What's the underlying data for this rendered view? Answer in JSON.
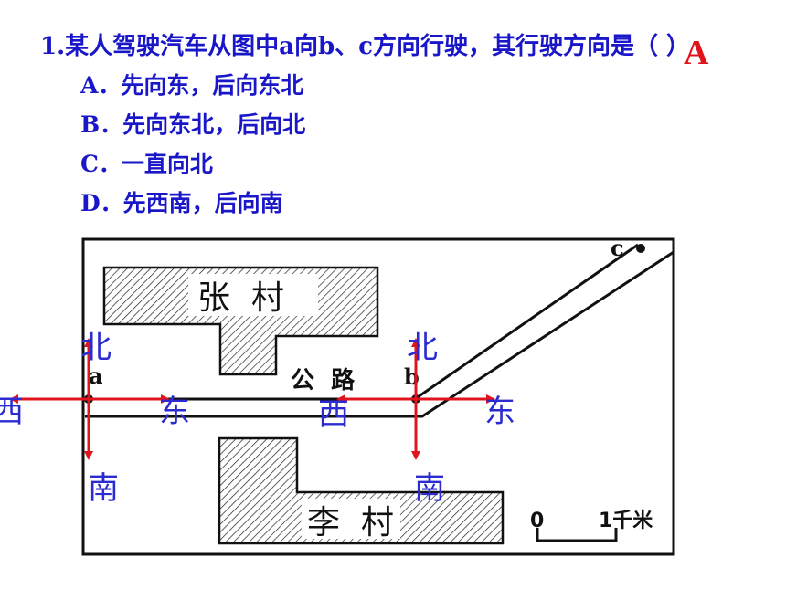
{
  "question": {
    "text": "1.某人驾驶汽车从图中a向b、c方向行驶，其行驶方向是（     ）",
    "answer": "A"
  },
  "options": [
    {
      "label": "A．先向东，后向东北"
    },
    {
      "label": "B．先向东北，后向北"
    },
    {
      "label": "C．一直向北"
    },
    {
      "label": "D．先西南，后向南"
    }
  ],
  "map": {
    "village_top": "张  村",
    "village_bottom": "李  村",
    "road": "公  路",
    "points": {
      "a": "a",
      "b": "b",
      "c": "c"
    },
    "scale": {
      "start": "0",
      "end": "1千米"
    },
    "compass_a": {
      "north": "北",
      "south": "南",
      "east": "东",
      "west": "西"
    },
    "compass_b": {
      "north": "北",
      "south": "南",
      "east": "东",
      "west": "西"
    },
    "colors": {
      "arrow": "#e0141c",
      "direction_text": "#2b2bd0",
      "text": "#1a17c8",
      "answer": "#e0141c"
    }
  }
}
